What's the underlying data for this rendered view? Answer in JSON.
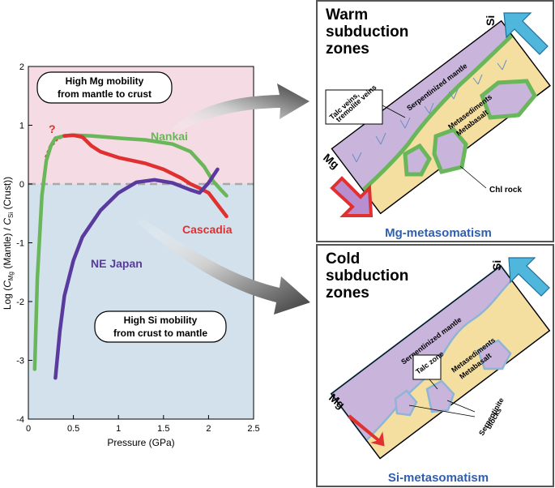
{
  "chart_data": {
    "type": "line",
    "xlabel": "Pressure (GPa)",
    "ylabel_parts": [
      "Log (",
      "C",
      "Mg",
      " (Mantle) / ",
      "C",
      "Si",
      " (Crust))"
    ],
    "xlim": [
      0,
      2.5
    ],
    "ylim": [
      -4,
      2
    ],
    "xticks": [
      "0",
      "0.5",
      "1",
      "1.5",
      "2",
      "2.5"
    ],
    "yticks": [
      "2",
      "1",
      "0",
      "-1",
      "-2",
      "-3",
      "-4"
    ],
    "regions": {
      "upper_color": "#f5dbe3",
      "lower_color": "#d2e1ec"
    },
    "reference_line": {
      "y": 0,
      "color": "#a8a8a8"
    },
    "question_mark": "?",
    "boxes": {
      "mg": [
        "High Mg mobility",
        "from mantle to crust"
      ],
      "si": [
        "High Si mobility",
        "from crust to mantle"
      ]
    },
    "series": [
      {
        "name": "Nankai",
        "color": "#6ab65a",
        "x": [
          0.07,
          0.1,
          0.15,
          0.2,
          0.25,
          0.3,
          0.4,
          0.5,
          0.7,
          1.0,
          1.3,
          1.6,
          1.8,
          1.95,
          2.05,
          2.15,
          2.2
        ],
        "y": [
          -3.15,
          -1.6,
          -0.2,
          0.4,
          0.65,
          0.78,
          0.82,
          0.83,
          0.82,
          0.78,
          0.75,
          0.68,
          0.55,
          0.3,
          0.05,
          -0.12,
          -0.2
        ]
      },
      {
        "name": "Cascadia",
        "color": "#e03030",
        "x": [
          0.4,
          0.5,
          0.6,
          0.7,
          0.8,
          1.0,
          1.3,
          1.5,
          1.7,
          1.8,
          1.9,
          2.0,
          2.1,
          2.2
        ],
        "y": [
          0.82,
          0.83,
          0.8,
          0.65,
          0.55,
          0.45,
          0.35,
          0.25,
          0.1,
          0.0,
          -0.07,
          -0.15,
          -0.35,
          -0.55
        ]
      },
      {
        "name": "NE Japan",
        "color": "#5a3a9e",
        "x": [
          0.3,
          0.35,
          0.4,
          0.5,
          0.6,
          0.8,
          1.0,
          1.2,
          1.4,
          1.6,
          1.8,
          1.9,
          2.0,
          2.1
        ],
        "y": [
          -3.3,
          -2.5,
          -1.9,
          -1.3,
          -0.9,
          -0.45,
          -0.15,
          0.03,
          0.07,
          0.02,
          -0.1,
          -0.15,
          0.02,
          0.25
        ]
      }
    ],
    "dotted_extension": {
      "color": "#e03030",
      "x": [
        0.2,
        0.25,
        0.32,
        0.4
      ],
      "y": [
        0.45,
        0.65,
        0.78,
        0.82
      ]
    }
  },
  "panels": {
    "warm": {
      "title": [
        "Warm",
        "subduction",
        "zones"
      ],
      "si": "Si",
      "mg": "Mg",
      "mantle": "Serpentinized mantle",
      "sediments": [
        "Metasediments",
        "Metabasalt"
      ],
      "veins": [
        "Talc veins,",
        "tremolite veins"
      ],
      "rock": "Chl rock",
      "footer": "Mg-metasomatism"
    },
    "cold": {
      "title": [
        "Cold",
        "subduction",
        "zones"
      ],
      "si": "Si",
      "mg": "Mg",
      "mantle": "Serpentinized mantle",
      "sediments": [
        "Metasediments",
        "Metabasalt"
      ],
      "zone": "Talc zone",
      "blocks": [
        "Serpentinite",
        "blocks"
      ],
      "footer": "Si-metasomatism"
    }
  },
  "colors": {
    "nankai": "#6ab65a",
    "cascadia": "#e03030",
    "nejapan": "#5a3a9e",
    "mantle": "#c9b4dc",
    "crust": "#f4dfa0",
    "si_arrow": "#4fb6dc",
    "mg_arrow": "#b98ed0",
    "title_blue": "#2f5fae"
  }
}
